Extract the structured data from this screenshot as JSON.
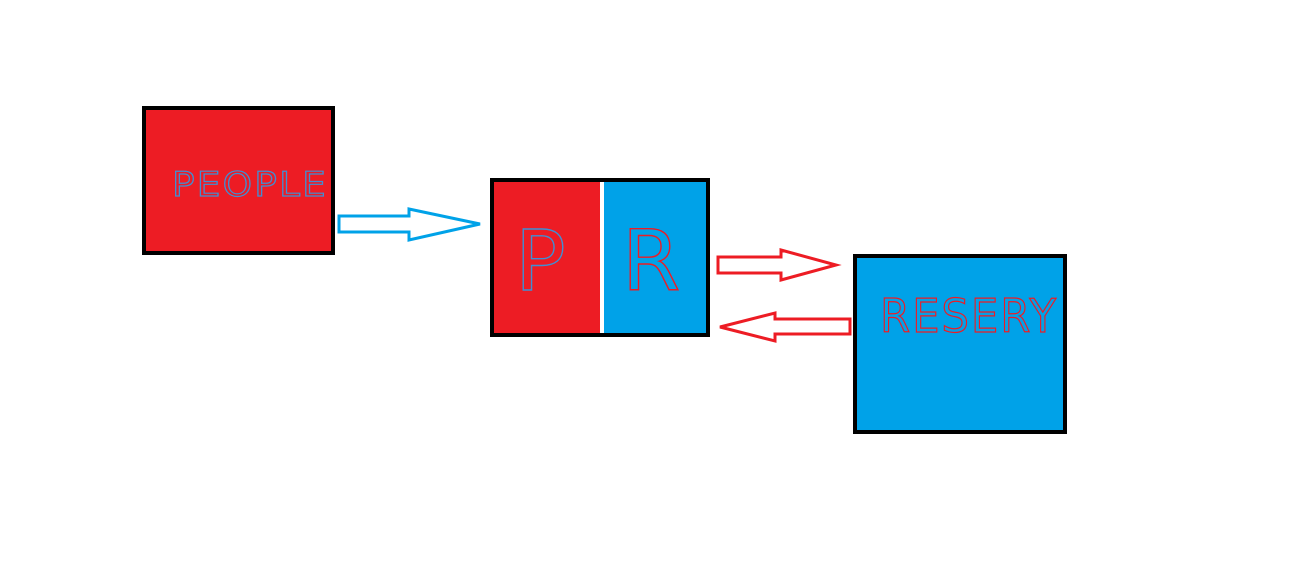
{
  "diagram": {
    "nodes": [
      {
        "id": "people",
        "label": "PEOPLE",
        "fill": "#ed1c24",
        "text_color": "#3f8fd4"
      },
      {
        "id": "pr-left",
        "label": "P",
        "fill": "#ed1c24",
        "text_color": "#3f8fd4"
      },
      {
        "id": "pr-right",
        "label": "R",
        "fill": "#00a2e8",
        "text_color": "#ed1c24"
      },
      {
        "id": "resery",
        "label": "RESERY",
        "fill": "#00a2e8",
        "text_color": "#ed1c24"
      }
    ],
    "edges": [
      {
        "from": "people",
        "to": "pr",
        "color": "#00a2e8"
      },
      {
        "from": "pr",
        "to": "resery",
        "color": "#ed1c24"
      },
      {
        "from": "resery",
        "to": "pr",
        "color": "#ed1c24"
      }
    ],
    "colors": {
      "border": "#000000",
      "divider": "#ffffff",
      "red": "#ed1c24",
      "blue": "#00a2e8",
      "background": "#ffffff"
    }
  }
}
